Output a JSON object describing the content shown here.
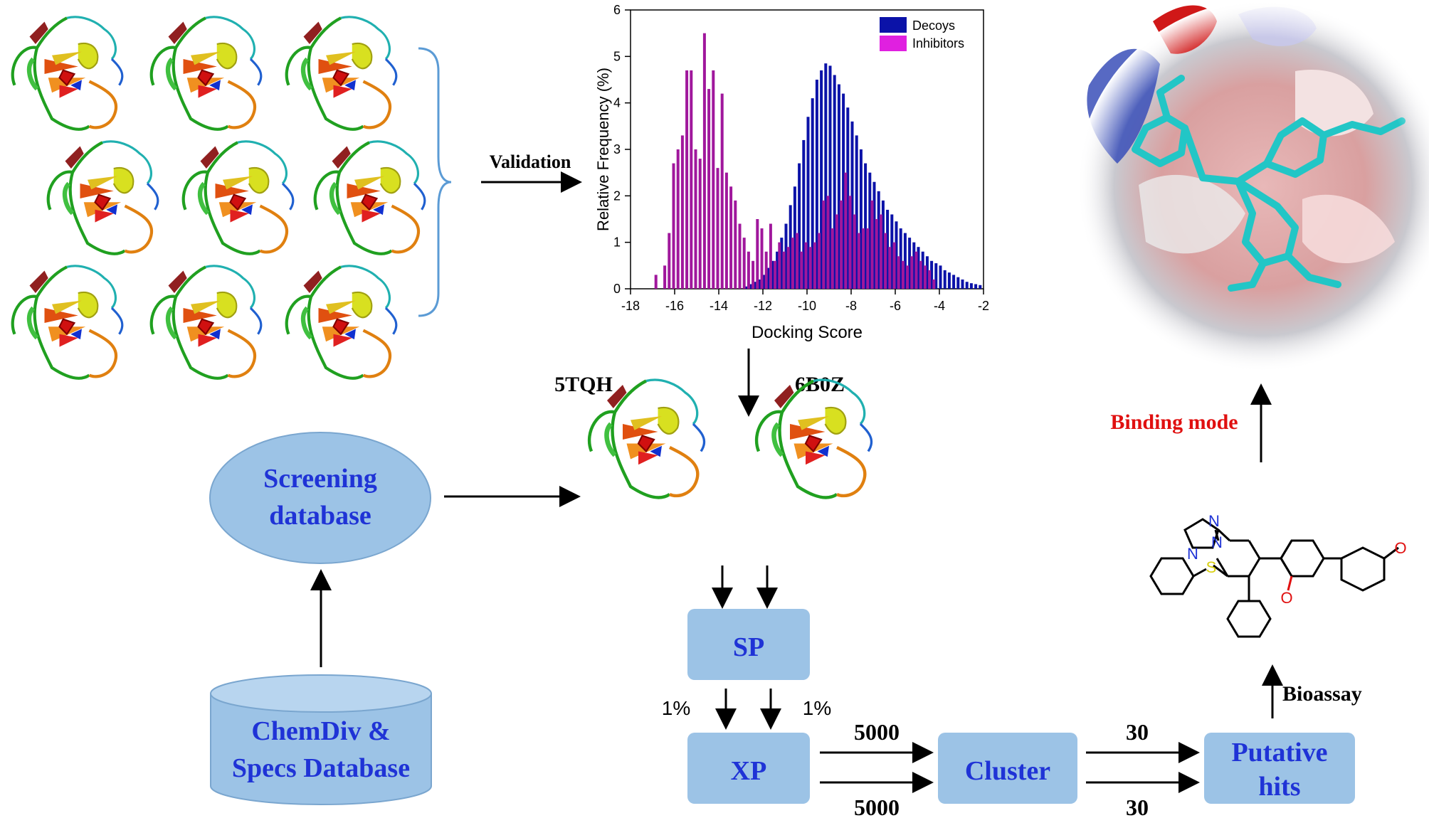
{
  "validation_label": "Validation",
  "structure_labels": {
    "left": "5TQH",
    "right": "6B0Z"
  },
  "screening_db": {
    "line1": "Screening",
    "line2": "database"
  },
  "source_db": {
    "line1": "ChemDiv &",
    "line2": "Specs Database"
  },
  "sp_label": "SP",
  "xp_label": "XP",
  "cluster_label": "Cluster",
  "putative": {
    "line1": "Putative",
    "line2": "hits"
  },
  "pct_left": "1%",
  "pct_right": "1%",
  "xp_to_cluster": {
    "top": "5000",
    "bottom": "5000"
  },
  "cluster_to_hits": {
    "top": "30",
    "bottom": "30"
  },
  "bioassay_label": "Bioassay",
  "binding_mode_label": "Binding mode",
  "colors": {
    "box_fill": "#9cc3e6",
    "box_text": "#1f33d6",
    "decoys": "#0b12a8",
    "inhibitors": "#a0179c",
    "binding_mode": "#e01010",
    "bracket": "#5b9bd5"
  },
  "molecule_atoms": [
    "N",
    "N",
    "N",
    "S",
    "O",
    "O"
  ],
  "icons": [
    "protein-ribbon-icon",
    "docking-surface-icon",
    "molecule-structure-icon"
  ],
  "chart_data": {
    "type": "bar",
    "xlabel": "Docking Score",
    "ylabel": "Relative Frequency (%)",
    "xlim": [
      -18,
      -2
    ],
    "ylim": [
      0,
      6
    ],
    "xticks": [
      "-18",
      "-16",
      "-14",
      "-12",
      "-10",
      "-8",
      "-6",
      "-4",
      "-2"
    ],
    "yticks": [
      "0",
      "1",
      "2",
      "3",
      "4",
      "5",
      "6"
    ],
    "legend_position": "top-right",
    "series": [
      {
        "name": "Decoys",
        "color": "#0b12a8",
        "x": [
          -12.8,
          -12.6,
          -12.4,
          -12.2,
          -12.0,
          -11.8,
          -11.6,
          -11.4,
          -11.2,
          -11.0,
          -10.8,
          -10.6,
          -10.4,
          -10.2,
          -10.0,
          -9.8,
          -9.6,
          -9.4,
          -9.2,
          -9.0,
          -8.8,
          -8.6,
          -8.4,
          -8.2,
          -8.0,
          -7.8,
          -7.6,
          -7.4,
          -7.2,
          -7.0,
          -6.8,
          -6.6,
          -6.4,
          -6.2,
          -6.0,
          -5.8,
          -5.6,
          -5.4,
          -5.2,
          -5.0,
          -4.8,
          -4.6,
          -4.4,
          -4.2,
          -4.0,
          -3.8,
          -3.6,
          -3.4,
          -3.2,
          -3.0,
          -2.8,
          -2.6,
          -2.4,
          -2.2
        ],
        "values": [
          0.05,
          0.1,
          0.15,
          0.2,
          0.3,
          0.45,
          0.6,
          0.8,
          1.1,
          1.4,
          1.8,
          2.2,
          2.7,
          3.2,
          3.7,
          4.1,
          4.5,
          4.7,
          4.85,
          4.8,
          4.6,
          4.4,
          4.2,
          3.9,
          3.6,
          3.3,
          3.0,
          2.7,
          2.5,
          2.3,
          2.1,
          1.9,
          1.7,
          1.6,
          1.45,
          1.3,
          1.2,
          1.1,
          1.0,
          0.9,
          0.8,
          0.7,
          0.6,
          0.55,
          0.5,
          0.4,
          0.35,
          0.3,
          0.25,
          0.2,
          0.15,
          0.12,
          0.1,
          0.08
        ]
      },
      {
        "name": "Inhibitors",
        "color": "#a0179c",
        "x": [
          -16.8,
          -16.4,
          -16.2,
          -16.0,
          -15.8,
          -15.6,
          -15.4,
          -15.2,
          -15.0,
          -14.8,
          -14.6,
          -14.4,
          -14.2,
          -14.0,
          -13.8,
          -13.6,
          -13.4,
          -13.2,
          -13.0,
          -12.8,
          -12.6,
          -12.4,
          -12.2,
          -12.0,
          -11.8,
          -11.6,
          -11.4,
          -11.2,
          -11.0,
          -10.8,
          -10.6,
          -10.4,
          -10.2,
          -10.0,
          -9.8,
          -9.6,
          -9.4,
          -9.2,
          -9.0,
          -8.8,
          -8.6,
          -8.4,
          -8.2,
          -8.0,
          -7.8,
          -7.6,
          -7.4,
          -7.2,
          -7.0,
          -6.8,
          -6.6,
          -6.4,
          -6.2,
          -6.0,
          -5.8,
          -5.6,
          -5.4,
          -5.2,
          -5.0,
          -4.8,
          -4.6,
          -4.4,
          -4.2
        ],
        "values": [
          0.3,
          0.5,
          1.2,
          2.7,
          3.0,
          3.3,
          4.7,
          4.7,
          3.0,
          2.8,
          5.5,
          4.3,
          4.7,
          2.6,
          4.2,
          2.5,
          2.2,
          1.9,
          1.4,
          1.1,
          0.8,
          0.6,
          1.5,
          1.3,
          0.8,
          1.4,
          0.6,
          1.0,
          0.8,
          0.9,
          1.1,
          1.2,
          0.8,
          1.0,
          0.9,
          1.0,
          1.2,
          1.9,
          2.0,
          1.3,
          1.6,
          1.9,
          2.5,
          2.0,
          1.6,
          1.2,
          1.3,
          1.3,
          1.9,
          1.5,
          1.6,
          1.2,
          0.9,
          1.0,
          0.7,
          0.6,
          0.5,
          0.7,
          0.8,
          0.6,
          0.5,
          0.4,
          0.2
        ]
      }
    ]
  }
}
